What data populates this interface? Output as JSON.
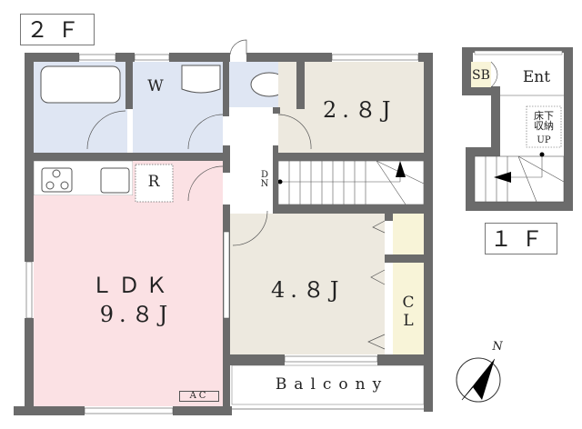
{
  "floors": {
    "second": {
      "label": "２Ｆ",
      "rooms": {
        "washroom": "W",
        "fridge": "R",
        "bedroom_small": "2.８J",
        "stairs_down": "D\nN",
        "ldk_name": "ＬＤＫ",
        "ldk_size": "9.８J",
        "bedroom_main": "4.８J",
        "closet": "C\nL",
        "balcony": "Balcony",
        "aircon": "AC"
      }
    },
    "first": {
      "label": "１Ｆ",
      "rooms": {
        "shoe_box": "SB",
        "entrance": "Ent",
        "underfloor_storage": "床下\n収納",
        "stairs_up": "UP"
      }
    }
  },
  "compass": {
    "north": "N"
  },
  "colors": {
    "wall": "#6b6b6b",
    "wet_area": "#dfe6f3",
    "ldk": "#fbe1e4",
    "room": "#ede9df",
    "closet": "#f8f4d8"
  }
}
